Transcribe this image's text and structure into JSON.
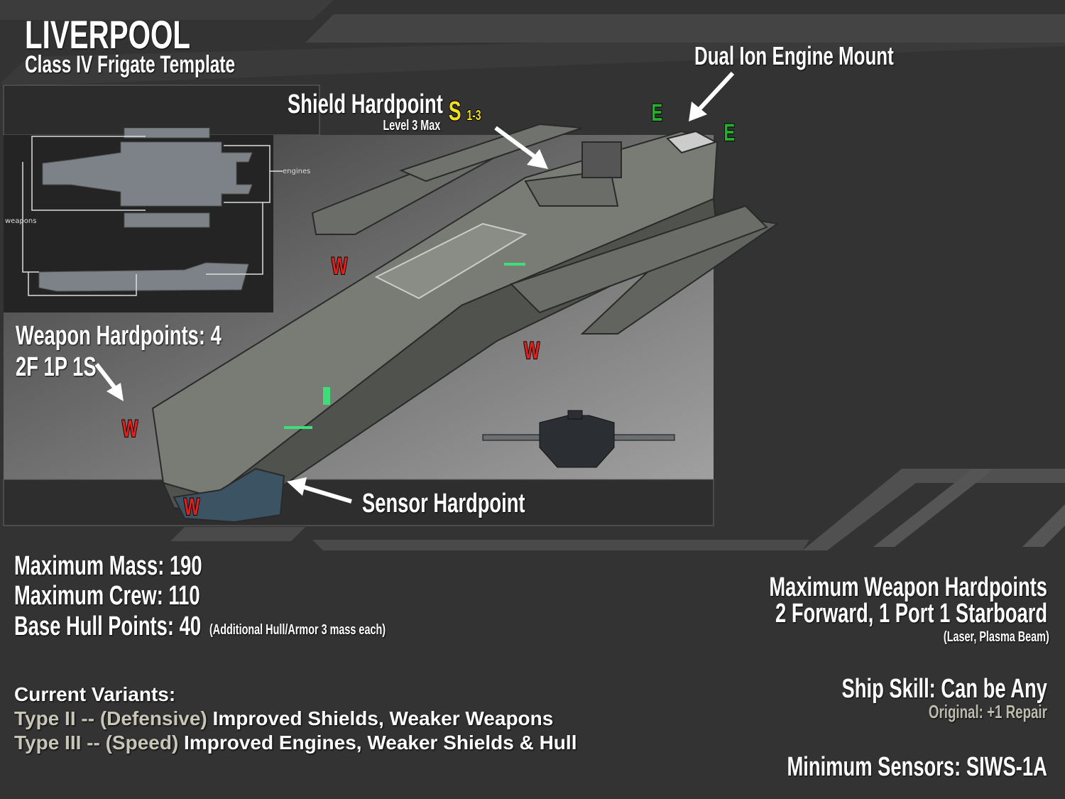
{
  "header": {
    "title": "LIVERPOOL",
    "subtitle": "Class IV Frigate Template"
  },
  "blueprint": {
    "engines_label": "engines",
    "weapons_label": "weapons"
  },
  "callouts": {
    "engine_mount": "Dual Ion Engine Mount",
    "shield_hardpoint": "Shield Hardpoint",
    "shield_level": "Level 3 Max",
    "shield_marker": "S",
    "shield_marker_sub": "1-3",
    "weapon_hardpoints": "Weapon Hardpoints: 4",
    "weapon_layout": "2F 1P 1S",
    "sensor_hardpoint": "Sensor Hardpoint",
    "weapon_marker": "W",
    "engine_marker": "E"
  },
  "stats": {
    "mass": "Maximum Mass: 190",
    "crew": "Maximum Crew: 110",
    "hull": "Base Hull Points: 40",
    "hull_note": "(Additional Hull/Armor 3 mass each)"
  },
  "variants": {
    "heading": "Current Variants:",
    "items": [
      {
        "type": "Type II -- (Defensive)",
        "desc": " Improved Shields, Weaker Weapons"
      },
      {
        "type": "Type III -- (Speed)",
        "desc": " Improved Engines, Weaker Shields & Hull"
      }
    ]
  },
  "right_info": {
    "max_weapons_title": "Maximum Weapon Hardpoints",
    "max_weapons_detail": "2 Forward, 1 Port 1 Starboard",
    "max_weapons_types": "(Laser, Plasma Beam)",
    "ship_skill": "Ship Skill: Can be Any",
    "ship_skill_original": "Original: +1 Repair",
    "min_sensors": "Minimum Sensors: SIWS-1A"
  },
  "colors": {
    "weapon": "#e0201c",
    "engine": "#22b02a",
    "shield": "#f0e020",
    "background": "#333333"
  }
}
